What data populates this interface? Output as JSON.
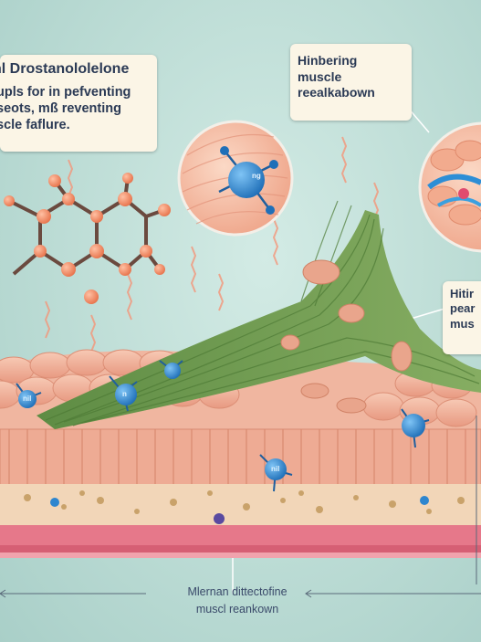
{
  "callouts": {
    "main": {
      "line1": "hl Drostanololelone",
      "line2": "upls for in pefventing",
      "line3": "seots, mß reventing",
      "line4": "scle faflure."
    },
    "hinder": {
      "line1": "Hinbering",
      "line2": "muscle",
      "line3": "reealkabown"
    },
    "right": {
      "line1": "Hitir",
      "line2": "pear",
      "line3": "mus"
    }
  },
  "bottom_label": {
    "line1": "Mlernan dittectofine",
    "line2": "muscl reankown"
  },
  "molecule_labels": {
    "zoom": "ng",
    "left1": "nil",
    "left2": "n",
    "mid": "nil"
  },
  "colors": {
    "background": "#bcdcd5",
    "tissue": "#f0b6a0",
    "fiber": "#6f9a4f",
    "molecule": "#2e86cf",
    "atom": "#f48a62",
    "bond": "#6b4a3f",
    "callout": "#fbf5e6",
    "text": "#2b3a55"
  }
}
